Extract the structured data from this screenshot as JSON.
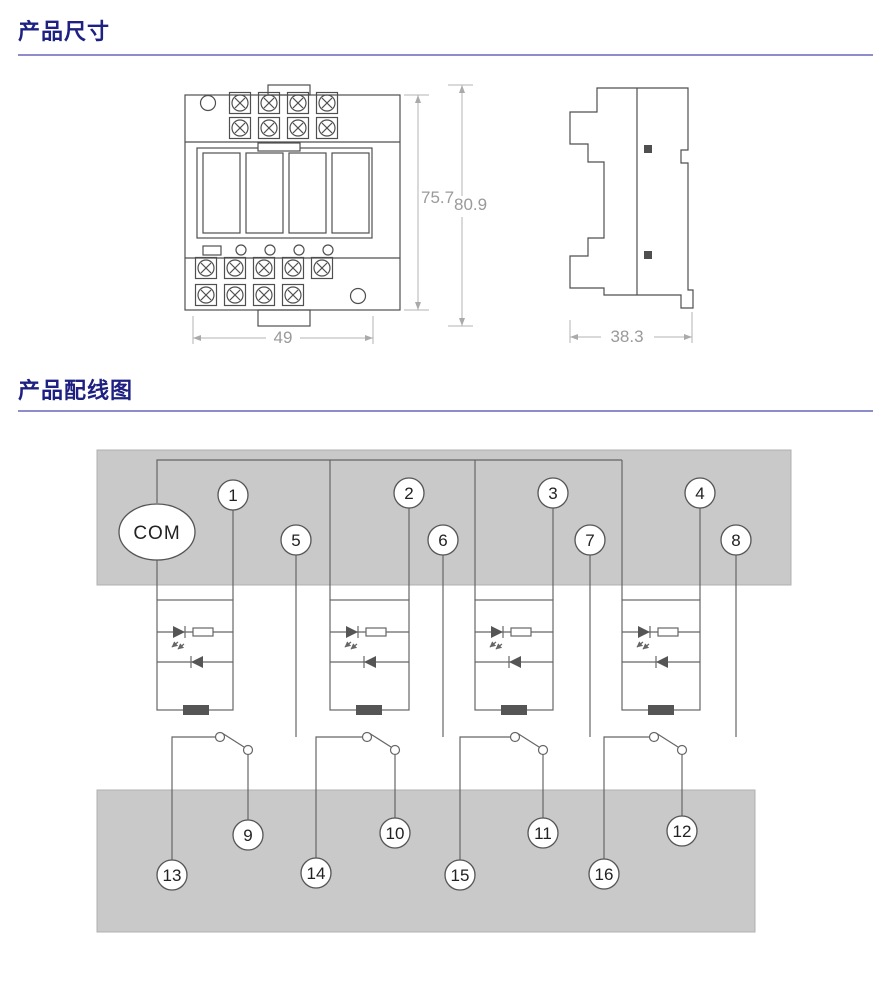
{
  "sections": {
    "dimensions_title": "产品尺寸",
    "wiring_title": "产品配线图"
  },
  "dims": {
    "inner_height": "75.7",
    "outer_height": "80.9",
    "width": "49",
    "depth": "38.3"
  },
  "wiring": {
    "com": "COM",
    "terminals": {
      "top_row1": [
        "1",
        "2",
        "3",
        "4"
      ],
      "top_row2": [
        "5",
        "6",
        "7",
        "8"
      ],
      "bottom_row1": [
        "9",
        "10",
        "11",
        "12"
      ],
      "bottom_row2": [
        "13",
        "14",
        "15",
        "16"
      ]
    }
  },
  "colors": {
    "heading": "#1e2082",
    "rule": "#8d8dcb",
    "band_gray": "#c9c9c9",
    "drawing_line": "#4f4f4f",
    "wiring_line": "#666666",
    "dimension_text": "#9a9a9a"
  }
}
